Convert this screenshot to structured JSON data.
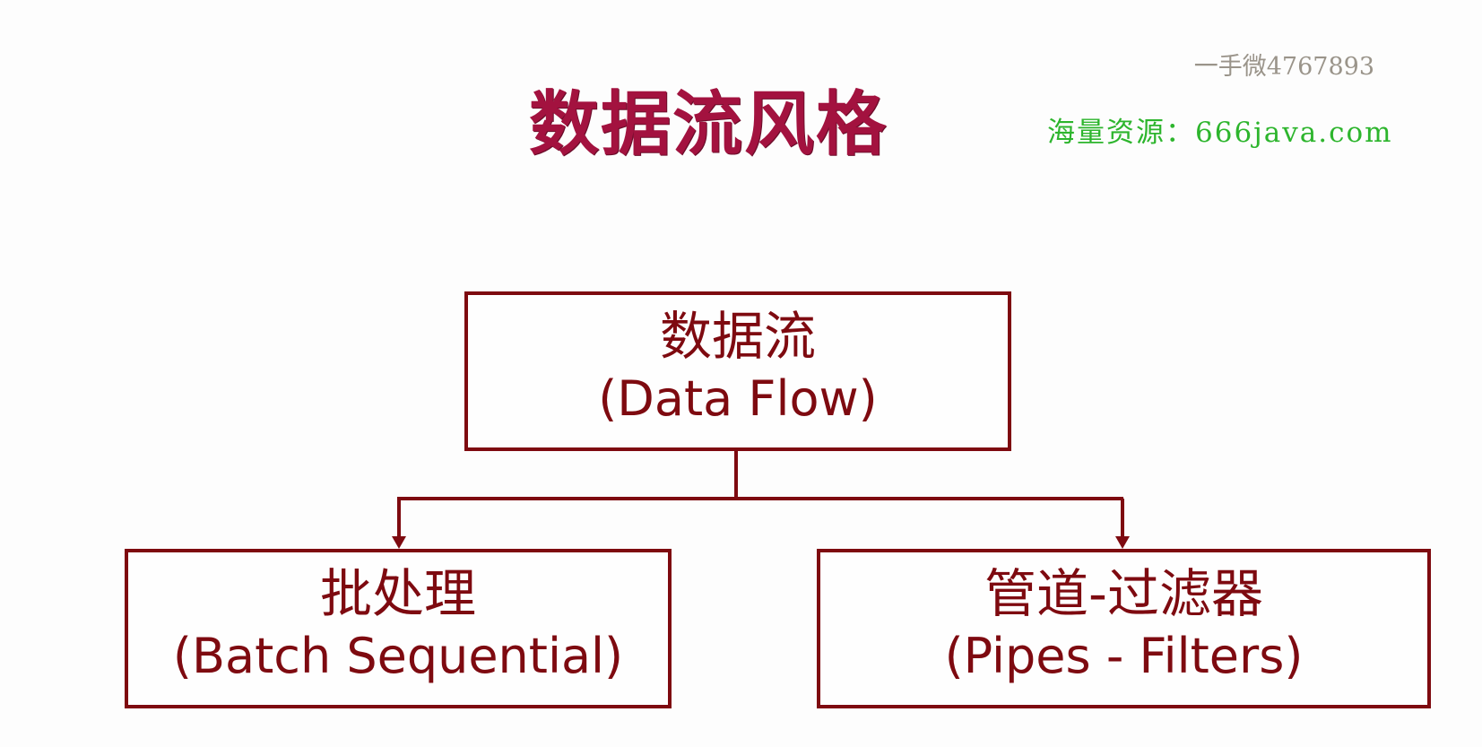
{
  "title": "数据流风格",
  "watermark": "一手微4767893",
  "resource_text": "海量资源：666java.com",
  "colors": {
    "title": "#a3123f",
    "box_border": "#7e0a10",
    "box_text": "#7e0a10",
    "watermark": "#9a948a",
    "resource": "#2db52d"
  },
  "diagram": {
    "root": {
      "zh": "数据流",
      "en": "(Data Flow)"
    },
    "children": [
      {
        "zh": "批处理",
        "en": "(Batch Sequential)"
      },
      {
        "zh": "管道-过滤器",
        "en": "(Pipes - Filters)"
      }
    ]
  }
}
